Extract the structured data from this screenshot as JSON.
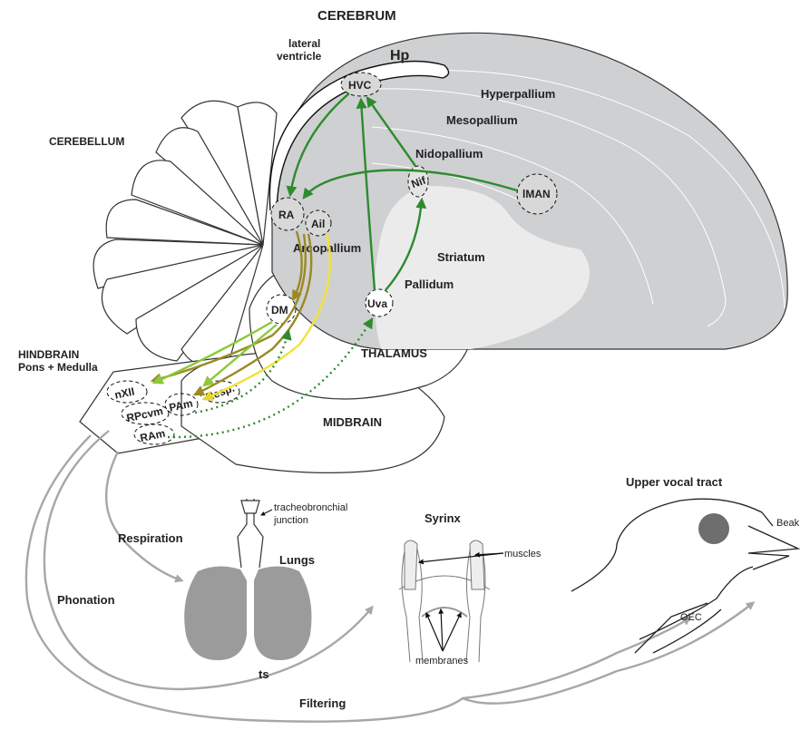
{
  "labels": {
    "cerebrum": "CEREBRUM",
    "lateral_ventricle_1": "lateral",
    "lateral_ventricle_2": "ventricle",
    "hp": "Hp",
    "hyperpallium": "Hyperpallium",
    "mesopallium": "Mesopallium",
    "nidopallium": "Nidopallium",
    "cerebellum": "CEREBELLUM",
    "striatum": "Striatum",
    "pallidum": "Pallidum",
    "arcopallium": "Arcopallium",
    "thalamus": "THALAMUS",
    "midbrain": "MIDBRAIN",
    "hindbrain_1": "HINDBRAIN",
    "hindbrain_2": "Pons + Medulla",
    "respiration": "Respiration",
    "phonation": "Phonation",
    "ts": "ts",
    "filtering": "Filtering",
    "lungs": "Lungs",
    "tracheo_1": "tracheobronchial",
    "tracheo_2": "junction",
    "syrinx": "Syrinx",
    "muscles": "muscles",
    "membranes": "membranes",
    "upper_vocal_tract": "Upper vocal tract",
    "beak": "Beak",
    "oec": "OEC"
  },
  "nuclei": {
    "hvc": "HVC",
    "ra": "RA",
    "ail": "Ail",
    "nif": "Nif",
    "lman": "lMAN",
    "dm": "DM",
    "uva": "Uva",
    "nxii": "nXII",
    "rpcvm": "RPcvm",
    "pam": "PAm",
    "ram": "RAm",
    "resp": "Resp."
  },
  "colors": {
    "brain_gray": "#cfd0d2",
    "striatum": "#ebebec",
    "green_path": "#2e8b2e",
    "olive_path": "#9a8a25",
    "yellow_path": "#f2e23a",
    "lime_path": "#8cc83c",
    "output_arrow": "#a7a7a7",
    "lungs": "#9b9b9b",
    "eye": "#6e6e6e"
  }
}
